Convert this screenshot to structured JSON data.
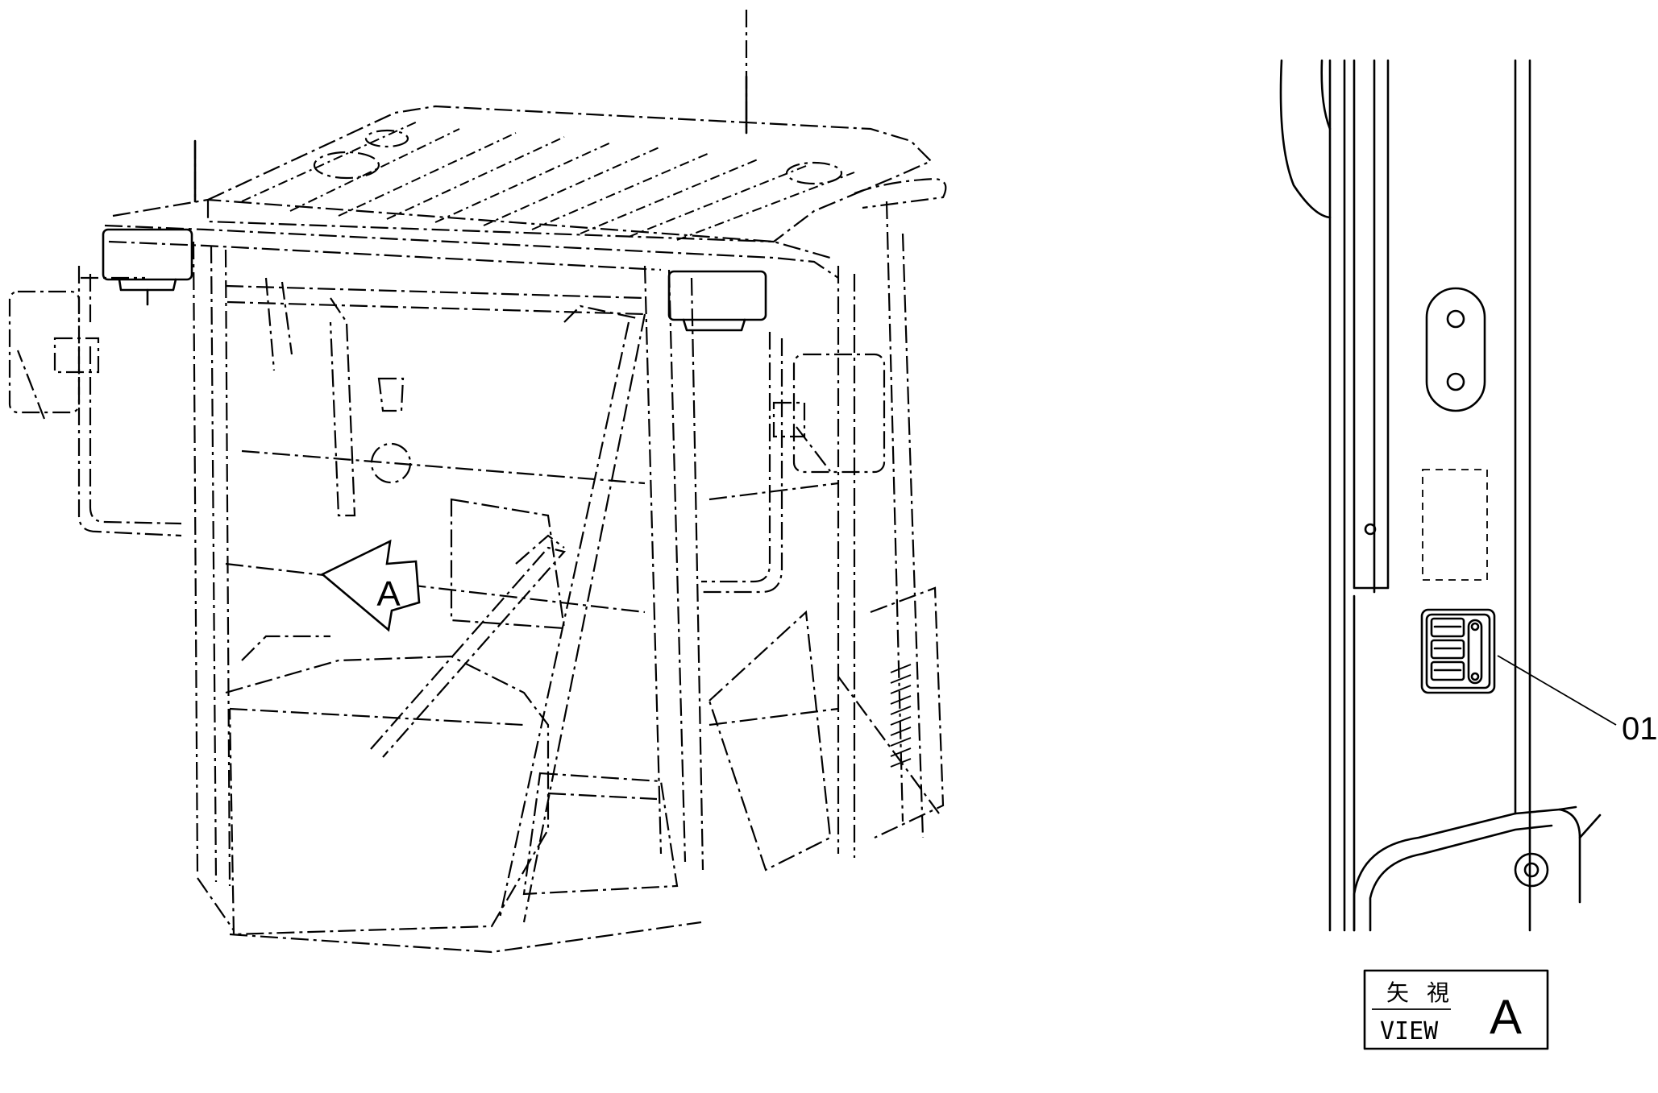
{
  "callouts": [
    {
      "id": "01",
      "text": "01"
    }
  ],
  "view_marker": {
    "text": "A"
  },
  "view_box": {
    "kanji_1": "矢",
    "kanji_2": "視",
    "english": "VIEW",
    "letter": "A"
  }
}
